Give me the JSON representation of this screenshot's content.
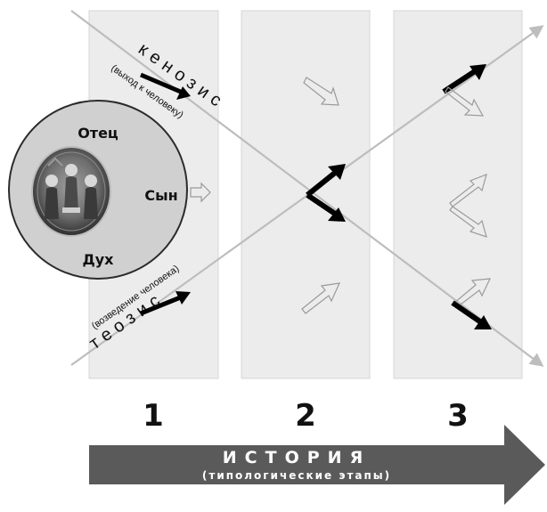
{
  "trinity": {
    "father": "Отец",
    "son": "Сын",
    "spirit": "Дух",
    "icon_name": "trinity-icon"
  },
  "kenosis": {
    "word": "кенозис",
    "note": "(выход к человеку)"
  },
  "theosis": {
    "word": "теозис",
    "note": "(возведение человека)"
  },
  "stages": [
    "1",
    "2",
    "3"
  ],
  "history": {
    "title": "ИСТОРИЯ",
    "subtitle": "(типологические этапы)"
  },
  "colors": {
    "panel": "#ececec",
    "line": "#bdbdbd",
    "arrow": "#000000",
    "band": "#5a5a5a",
    "circle": "#d0d0d0"
  }
}
